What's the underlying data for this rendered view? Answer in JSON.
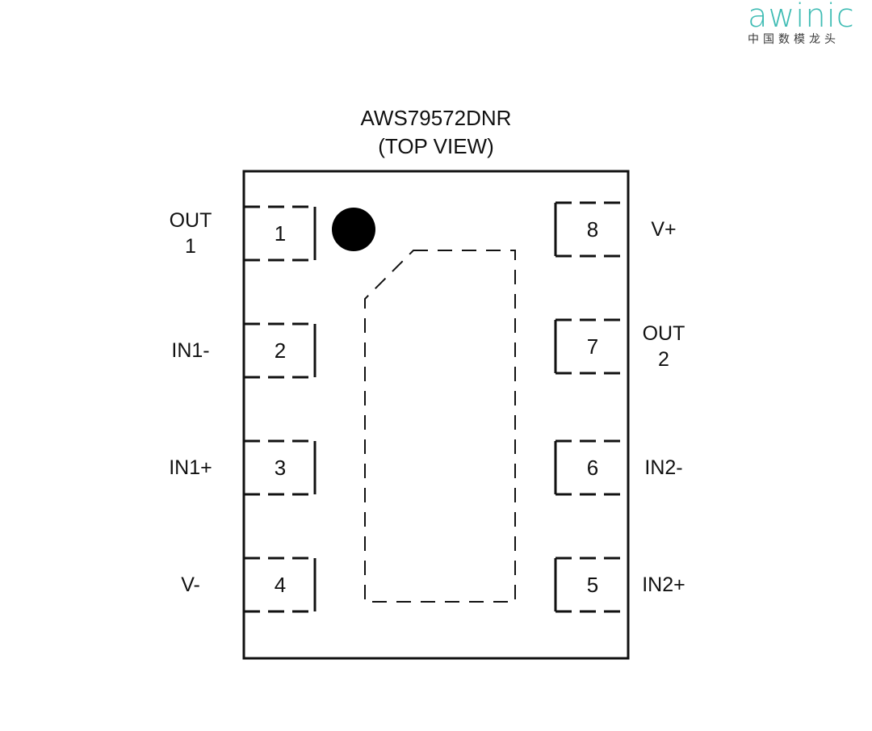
{
  "logo": {
    "brand": "awinic",
    "tagline": "中国数模龙头",
    "color": "#3fbcb4"
  },
  "diagram": {
    "part_number": "AWS79572DNR",
    "view": "(TOP VIEW)",
    "pins": [
      {
        "number": "1",
        "label": "OUT\n1"
      },
      {
        "number": "2",
        "label": "IN1-"
      },
      {
        "number": "3",
        "label": "IN1+"
      },
      {
        "number": "4",
        "label": "V-"
      },
      {
        "number": "5",
        "label": "IN2+"
      },
      {
        "number": "6",
        "label": "IN2-"
      },
      {
        "number": "7",
        "label": "OUT\n2"
      },
      {
        "number": "8",
        "label": "V+"
      }
    ]
  }
}
